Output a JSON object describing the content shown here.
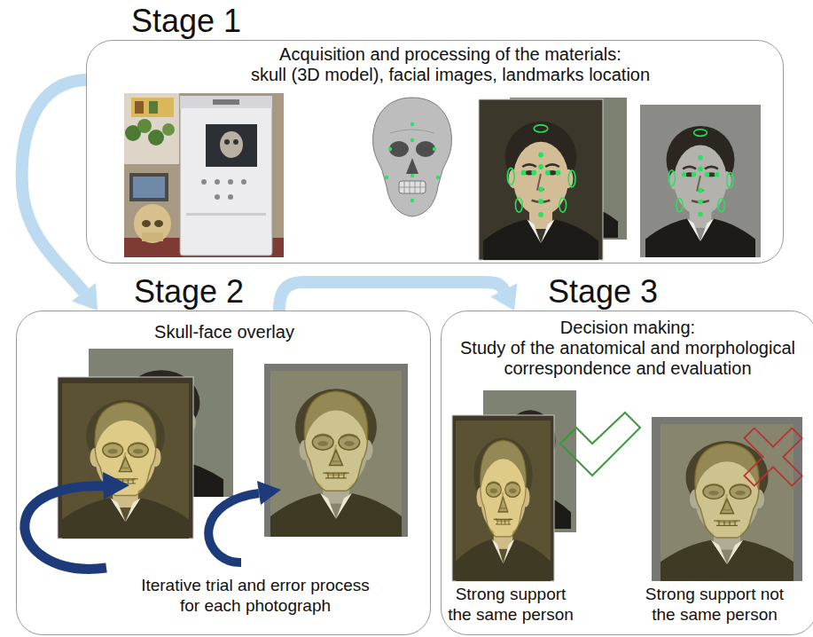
{
  "diagram": {
    "nodes": [
      {
        "text": [
          "Stage 1",
          "Acquisition and processing of the materials:",
          "skull (3D model), facial images, landmarks location"
        ]
      },
      {
        "text": [
          "Stage 2",
          "Skull-face overlay",
          "Iterative trial and error process for each photograph"
        ]
      },
      {
        "text": [
          "Stage 3",
          "Decision making:",
          "Study of the anatomical and morphological correspondence and evaluation",
          "Strong support the same person",
          "Strong support not the same person"
        ]
      }
    ],
    "edges": [
      {
        "from": 0,
        "to": 1,
        "arrow": "to"
      },
      {
        "from": 1,
        "to": 2,
        "arrow": "to"
      }
    ]
  }
}
